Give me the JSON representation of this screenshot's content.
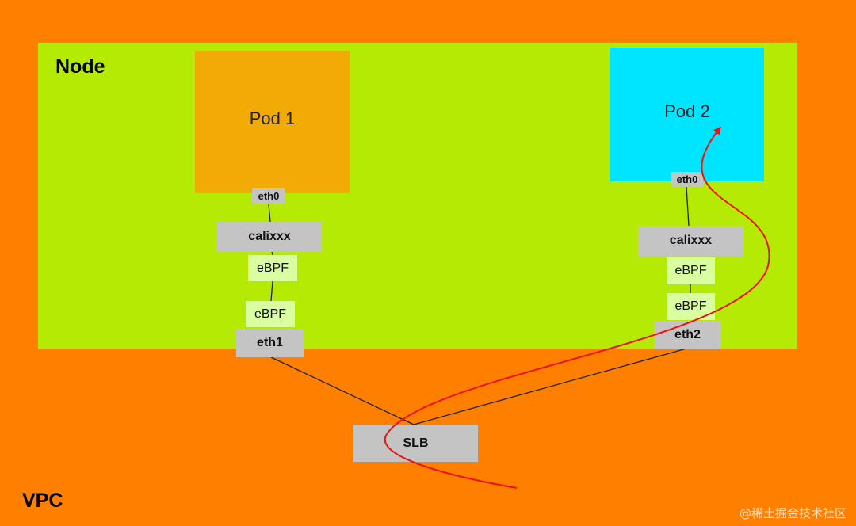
{
  "vpc": {
    "label": "VPC"
  },
  "node": {
    "label": "Node"
  },
  "pod1": {
    "label": "Pod 1",
    "eth0": "eth0",
    "veth": "calixxx",
    "ebpf_upper": "eBPF",
    "ebpf_lower": "eBPF",
    "host_iface": "eth1"
  },
  "pod2": {
    "label": "Pod 2",
    "eth0": "eth0",
    "veth": "calixxx",
    "ebpf_upper": "eBPF",
    "ebpf_lower": "eBPF",
    "host_iface": "eth2"
  },
  "slb": {
    "label": "SLB"
  },
  "watermark": "@稀土掘金技术社区",
  "colors": {
    "vpc": "#ff8000",
    "node": "#b5ea05",
    "pod1": "#f2ab05",
    "pod2": "#00e5ff",
    "iface": "#c4c4c4",
    "ebpf": "#d9ffa0",
    "traffic_path": "#ee1111"
  }
}
